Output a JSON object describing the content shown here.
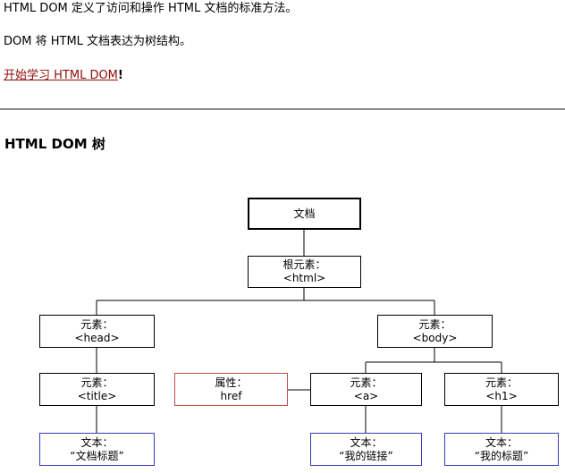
{
  "intro": {
    "p1": "HTML DOM 定义了访问和操作 HTML 文档的标准方法。",
    "p2": "DOM 将 HTML 文档表达为树结构。",
    "link_text": "开始学习 HTML DOM",
    "link_suffix": "!"
  },
  "section_title": "HTML DOM 树",
  "tree": {
    "document": "文档",
    "root": {
      "label": "根元素：",
      "tag": "<html>"
    },
    "head": {
      "label": "元素：",
      "tag": "<head>"
    },
    "body": {
      "label": "元素：",
      "tag": "<body>"
    },
    "title": {
      "label": "元素：",
      "tag": "<title>"
    },
    "attr": {
      "label": "属性：",
      "value": "href"
    },
    "a": {
      "label": "元素：",
      "tag": "<a>"
    },
    "h1": {
      "label": "元素：",
      "tag": "<h1>"
    },
    "text_title": {
      "label": "文本：",
      "value": "“文档标题”"
    },
    "text_link": {
      "label": "文本：",
      "value": "“我的链接”"
    },
    "text_h1": {
      "label": "文本：",
      "value": "“我的标题”"
    }
  },
  "colors": {
    "link": "#900b09",
    "attribute_border": "#c0504d",
    "text_border": "#3a3ab5",
    "rule": "#8c8c8c"
  }
}
